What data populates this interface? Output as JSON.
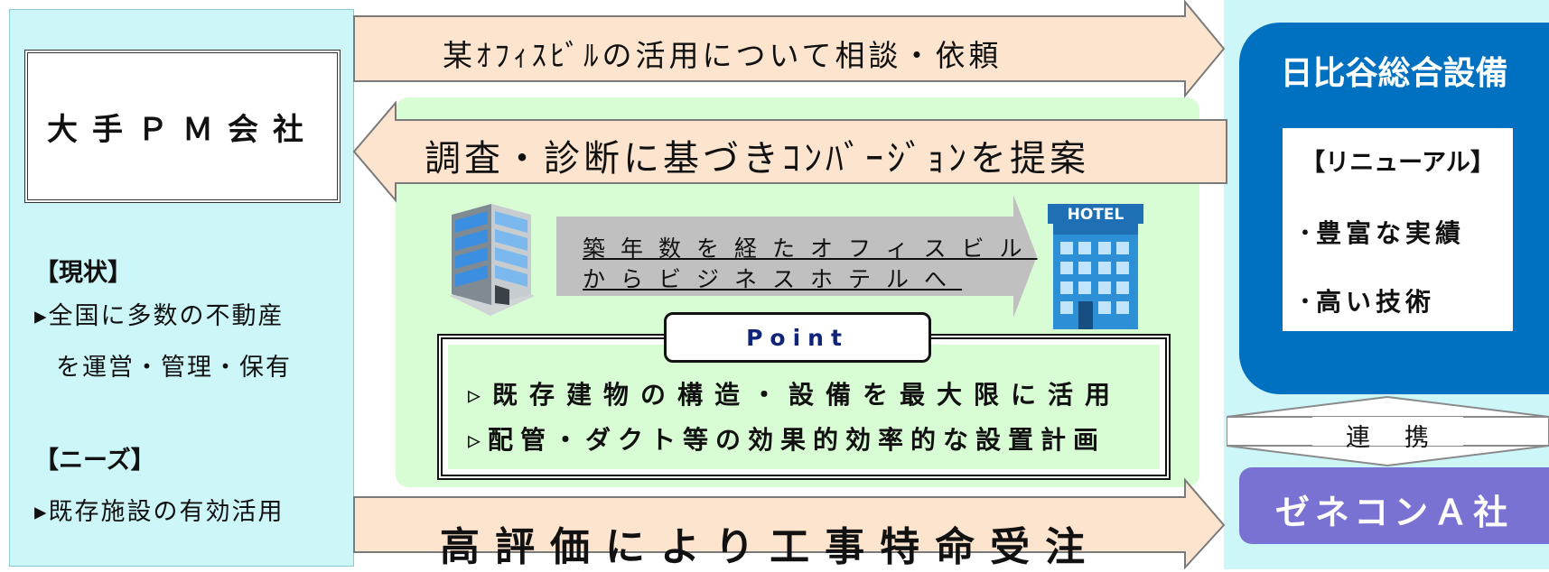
{
  "left": {
    "company": "大手ＰＭ会社",
    "current_heading": "【現状】",
    "current_line1": "▸全国に多数の不動産",
    "current_line2": "を運営・管理・保有",
    "needs_heading": "【ニーズ】",
    "needs_line1": "▸既存施設の有効活用"
  },
  "arrows": {
    "top": "某ｵﾌｨｽﾋﾞﾙの活用について相談・依頼",
    "middle": "調査・診断に基づきｺﾝﾊﾞｰｼﾞｮﾝを提案",
    "bottom": "高評価により工事特命受注"
  },
  "center": {
    "conversion_line1": "築年数を経たオフィスビル",
    "conversion_line2": "からビジネスホテルへ",
    "hotel_sign": "HOTEL",
    "point_title": "Point",
    "point_line1": "▹既存建物の構造・設備を最大限に活用",
    "point_line2": "▹配管・ダクト等の効果的効率的な設置計画"
  },
  "right": {
    "company": "日比谷総合設備",
    "renewal_heading": "【リニューアル】",
    "renewal_line1": "･豊富な実績",
    "renewal_line2": "･高い技術",
    "link_label": "連携",
    "partner": "ゼネコンＡ社"
  },
  "colors": {
    "panel_bg": "#ccf6f8",
    "arrow_fill": "#fde4ce",
    "green_area": "#d8fcd4",
    "hibiya_blue": "#0070c0",
    "zenecon_purple": "#7a72d2",
    "gray_arrow": "#c0c0c0"
  },
  "icons": [
    "office-building-icon",
    "hotel-building-icon"
  ]
}
